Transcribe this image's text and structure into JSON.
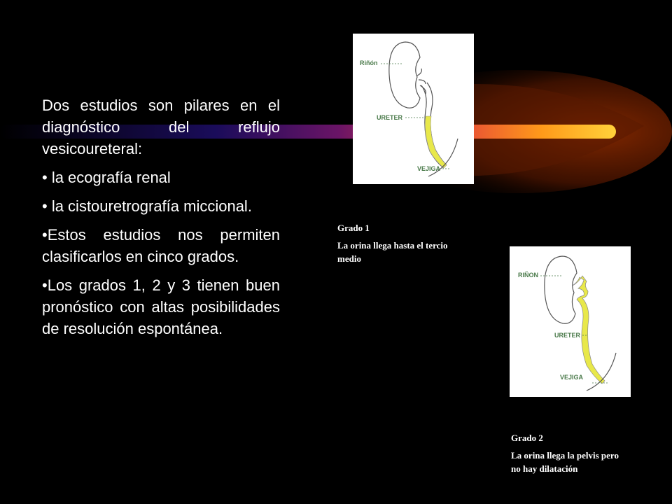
{
  "slide": {
    "paragraphs": [
      "Dos estudios son pilares en el diagnóstico del reflujo vesicoureteral:",
      "• la ecografía renal",
      "• la cistouretrografía miccional.",
      "•Estos estudios nos permiten clasificarlos en cinco grados.",
      "•Los grados 1, 2 y 3 tienen buen pronóstico con altas posibilidades de resolución espontánea."
    ]
  },
  "figure1": {
    "labels": {
      "kidney": "Riñón",
      "ureter": "URETER",
      "bladder": "VEJIGA"
    },
    "caption_title": "Grado 1",
    "caption_text": "La orina llega hasta el tercio medio"
  },
  "figure2": {
    "labels": {
      "kidney": "RIÑON",
      "ureter": "URETER",
      "bladder": "VEJIGA"
    },
    "caption_title": "Grado 2",
    "caption_text": "La orina llega la pelvis pero no hay dilatación"
  },
  "colors": {
    "background": "#000000",
    "text": "#ffffff",
    "reflux_fill": "#e8e84a",
    "label_text": "#4a7a4a",
    "swoosh_core": "#ffd23a",
    "swoosh_outer": "#8a2a00"
  }
}
